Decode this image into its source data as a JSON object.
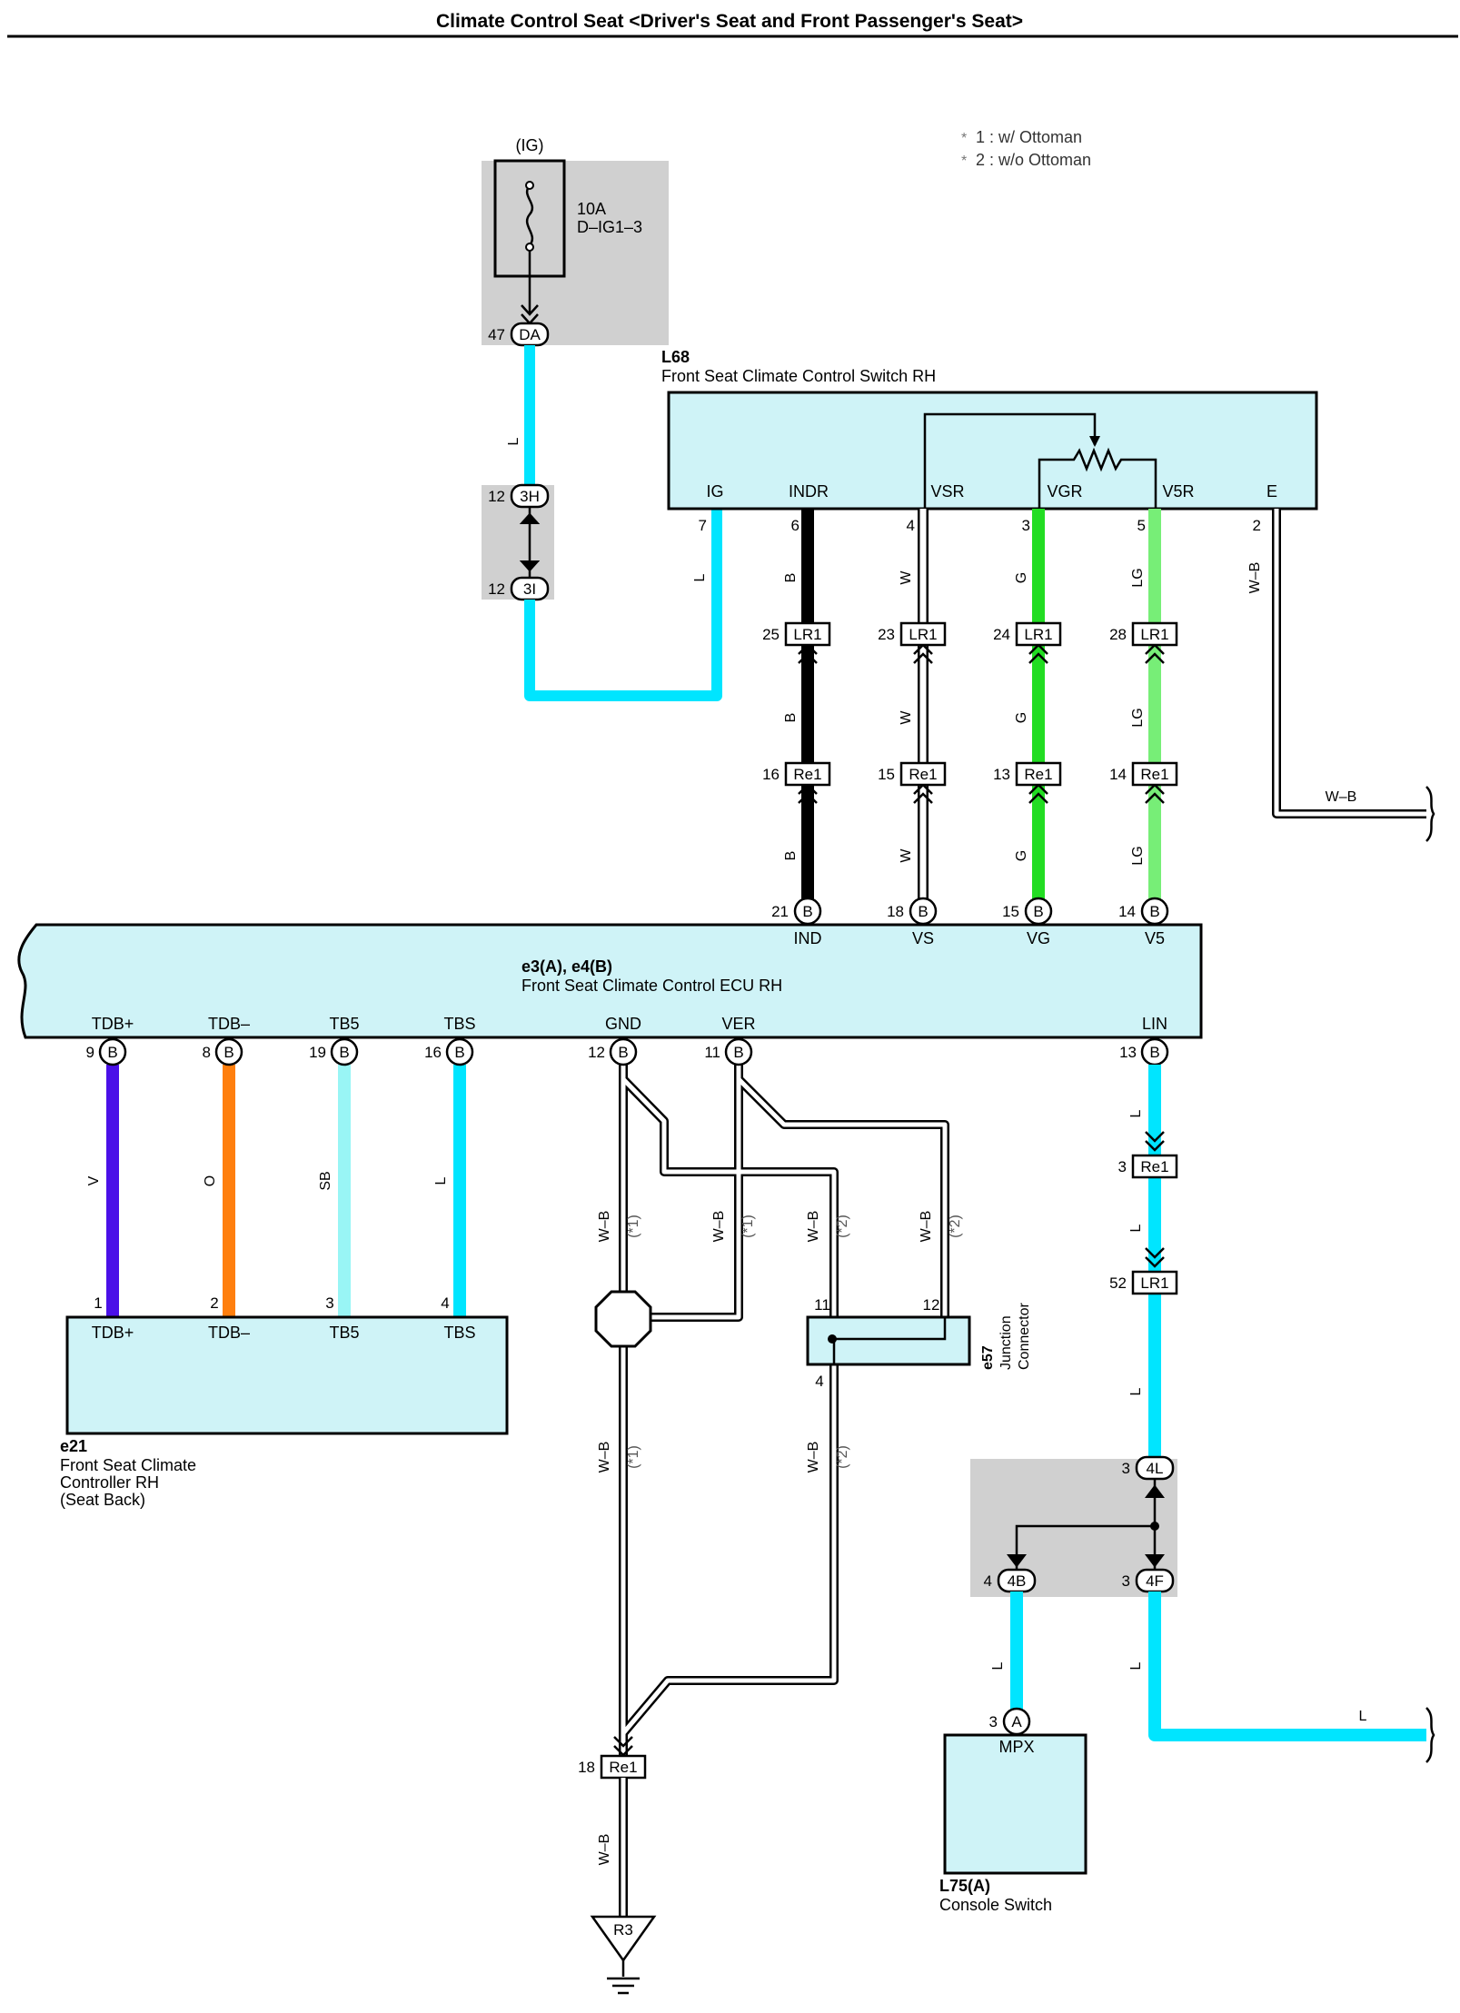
{
  "title": "Climate Control Seat <Driver's Seat and Front Passenger's Seat>",
  "notes": [
    "1 : w/ Ottoman",
    "2 : w/o Ottoman"
  ],
  "note_mark": "*",
  "colors": {
    "L": "#00e5ff",
    "B": "#000000",
    "W": "#ffffff",
    "G": "#22dd22",
    "LG": "#77ee77",
    "V": "#4a10e8",
    "O": "#ff7f0e",
    "SB": "#99f5f5",
    "WB": "#ffffff",
    "component_fill": "#cff3f7",
    "junction_block": "#d0d0d0"
  },
  "fuse": {
    "source": "(IG)",
    "rating": "10A",
    "name": "D–IG1–3",
    "pin": "47",
    "conn": "DA"
  },
  "junction_ig": {
    "pin_top": "12",
    "conn_top": "3H",
    "pin_bottom": "12",
    "conn_bottom": "3I"
  },
  "l68": {
    "id": "L68",
    "name": "Front Seat Climate Control Switch RH",
    "terminals": [
      {
        "label": "IG",
        "pin": "7"
      },
      {
        "label": "INDR",
        "pin": "6"
      },
      {
        "label": "VSR",
        "pin": "4"
      },
      {
        "label": "VGR",
        "pin": "3"
      },
      {
        "label": "V5R",
        "pin": "5"
      },
      {
        "label": "E",
        "pin": "2"
      }
    ]
  },
  "wire_labels": {
    "fuse_wire": "L",
    "ig_wire": "L",
    "indr": "B",
    "vsr": "W",
    "vgr": "G",
    "v5r": "LG",
    "e_wire": "W–B",
    "e_wire_h": "W–B"
  },
  "inline_lr1": [
    {
      "pin": "25",
      "conn": "LR1"
    },
    {
      "pin": "23",
      "conn": "LR1"
    },
    {
      "pin": "24",
      "conn": "LR1"
    },
    {
      "pin": "28",
      "conn": "LR1"
    }
  ],
  "inline_re1": [
    {
      "pin": "16",
      "conn": "Re1"
    },
    {
      "pin": "15",
      "conn": "Re1"
    },
    {
      "pin": "13",
      "conn": "Re1"
    },
    {
      "pin": "14",
      "conn": "Re1"
    }
  ],
  "ecu": {
    "id": "e3(A), e4(B)",
    "name": "Front Seat Climate Control ECU RH",
    "top_pins": [
      {
        "pin": "21",
        "conn": "B",
        "label": "IND"
      },
      {
        "pin": "18",
        "conn": "B",
        "label": "VS"
      },
      {
        "pin": "15",
        "conn": "B",
        "label": "VG"
      },
      {
        "pin": "14",
        "conn": "B",
        "label": "V5"
      }
    ],
    "bottom_pins": [
      {
        "pin": "9",
        "conn": "B",
        "label": "TDB+"
      },
      {
        "pin": "8",
        "conn": "B",
        "label": "TDB–"
      },
      {
        "pin": "19",
        "conn": "B",
        "label": "TB5"
      },
      {
        "pin": "16",
        "conn": "B",
        "label": "TBS"
      },
      {
        "pin": "12",
        "conn": "B",
        "label": "GND"
      },
      {
        "pin": "11",
        "conn": "B",
        "label": "VER"
      },
      {
        "pin": "13",
        "conn": "B",
        "label": "LIN"
      }
    ]
  },
  "e21": {
    "id": "e21",
    "name": [
      "Front Seat Climate",
      "Controller RH",
      "(Seat Back)"
    ],
    "terminals": [
      {
        "pin": "1",
        "label": "TDB+",
        "wire": "V"
      },
      {
        "pin": "2",
        "label": "TDB–",
        "wire": "O"
      },
      {
        "pin": "3",
        "label": "TB5",
        "wire": "SB"
      },
      {
        "pin": "4",
        "label": "TBS",
        "wire": "L"
      }
    ]
  },
  "ground_wires": {
    "wb": "W–B",
    "opt1": "(*1)",
    "opt2": "(*2)"
  },
  "e57": {
    "id": "e57",
    "name": [
      "Junction",
      "Connector"
    ],
    "pin_11": "11",
    "pin_12": "12",
    "pin_4": "4"
  },
  "ground": {
    "pin": "18",
    "conn": "Re1",
    "wire": "W–B",
    "point": "R3"
  },
  "lin_path": {
    "wire": "L",
    "re1": {
      "pin": "3",
      "conn": "Re1"
    },
    "lr1": {
      "pin": "52",
      "conn": "LR1"
    }
  },
  "junction_lin": {
    "top": {
      "pin": "3",
      "conn": "4L"
    },
    "left": {
      "pin": "4",
      "conn": "4B"
    },
    "right": {
      "pin": "3",
      "conn": "4F"
    }
  },
  "l75": {
    "id": "L75(A)",
    "name": "Console Switch",
    "pin": "3",
    "conn": "A",
    "terminal": "MPX",
    "wire": "L"
  },
  "out_wire": "L"
}
